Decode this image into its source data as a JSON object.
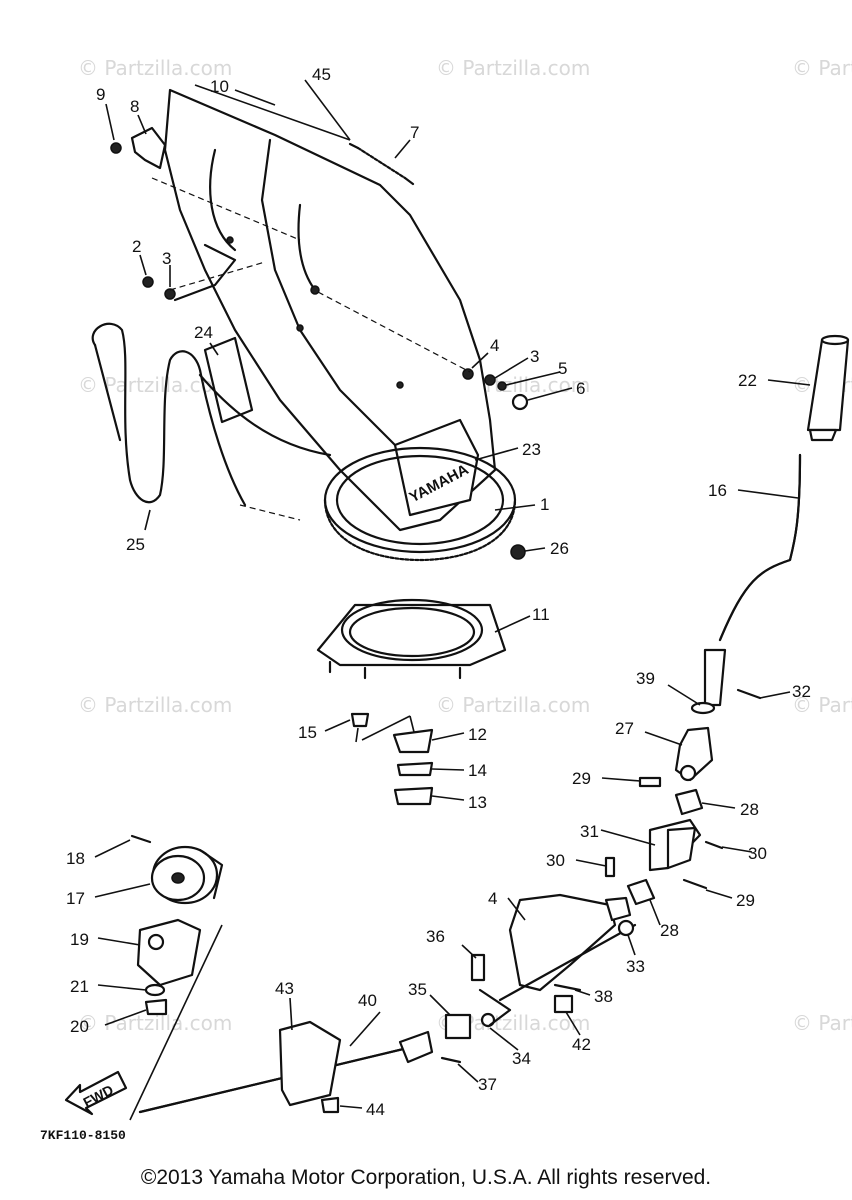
{
  "watermark_text": "© Partzilla.com",
  "drawing_code": "7KF110-8150",
  "copyright": "©2013 Yamaha Motor Corporation, U.S.A. All rights reserved.",
  "brand_text": "YAMAHA",
  "fwd_label": "FWD",
  "callouts": {
    "c1": "1",
    "c2": "2",
    "c3a": "3",
    "c3b": "3",
    "c4": "4",
    "c4b": "4",
    "c5": "5",
    "c6": "6",
    "c7": "7",
    "c8": "8",
    "c9": "9",
    "c10": "10",
    "c11": "11",
    "c12": "12",
    "c13": "13",
    "c14": "14",
    "c15": "15",
    "c16": "16",
    "c17": "17",
    "c18": "18",
    "c19": "19",
    "c20": "20",
    "c21": "21",
    "c22": "22",
    "c23": "23",
    "c24": "24",
    "c25": "25",
    "c26": "26",
    "c27": "27",
    "c28a": "28",
    "c28b": "28",
    "c29a": "29",
    "c29b": "29",
    "c30a": "30",
    "c30b": "30",
    "c31": "31",
    "c32": "32",
    "c33": "33",
    "c34": "34",
    "c35": "35",
    "c36": "36",
    "c37": "37",
    "c38": "38",
    "c39": "39",
    "c40": "40",
    "c42": "42",
    "c43": "43",
    "c44": "44",
    "c45": "45"
  }
}
